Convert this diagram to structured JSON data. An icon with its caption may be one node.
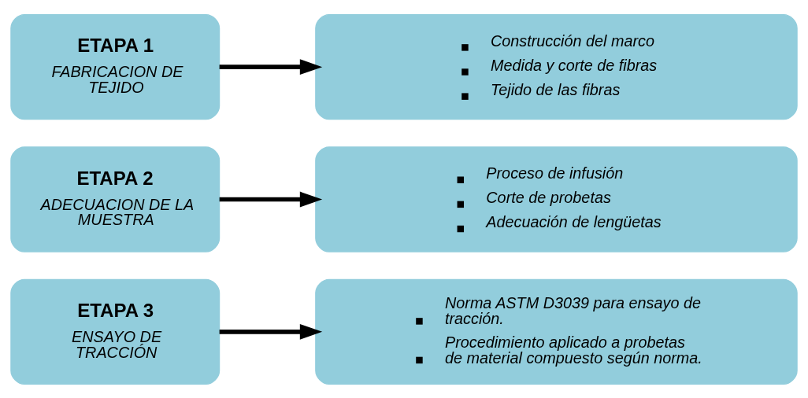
{
  "diagram": {
    "nodes": [
      {
        "text": [
          "ETAPA 1",
          "FABRICACION DE TEJIDO"
        ]
      },
      {
        "text": [
          "Construcción del marco",
          "Medida y corte de fibras",
          "Tejido de las fibras"
        ]
      },
      {
        "text": [
          "ETAPA 2",
          "ADECUACION DE LA MUESTRA"
        ]
      },
      {
        "text": [
          "Proceso de infusión",
          "Corte de probetas",
          "Adecuación de lengüetas"
        ]
      },
      {
        "text": [
          "ETAPA 3",
          "ENSAYO DE TRACCIÓN"
        ]
      },
      {
        "text": [
          "Norma ASTM D3039 para ensayo de tracción.",
          "Procedimiento aplicado a probetas de material compuesto según norma."
        ]
      }
    ],
    "edges": [
      {
        "from": 0,
        "to": 1,
        "arrow": "to"
      },
      {
        "from": 2,
        "to": 3,
        "arrow": "to"
      },
      {
        "from": 4,
        "to": 5,
        "arrow": "to"
      }
    ]
  }
}
